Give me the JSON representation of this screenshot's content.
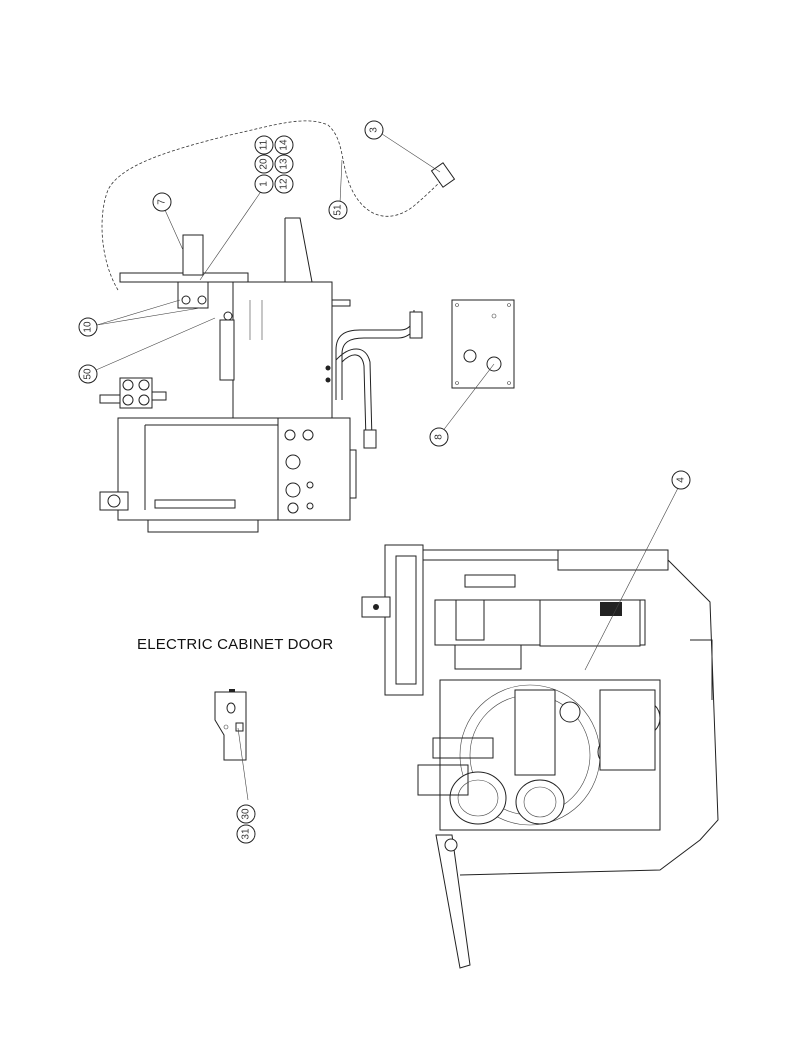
{
  "caption": "ELECTRIC CABINET DOOR",
  "balloons": [
    {
      "id": "b3",
      "text": "3"
    },
    {
      "id": "b51",
      "text": "51"
    },
    {
      "id": "b1",
      "text": "1"
    },
    {
      "id": "b20",
      "text": "20"
    },
    {
      "id": "b11",
      "text": "11"
    },
    {
      "id": "b12",
      "text": "12"
    },
    {
      "id": "b13",
      "text": "13"
    },
    {
      "id": "b14",
      "text": "14"
    },
    {
      "id": "b7",
      "text": "7"
    },
    {
      "id": "b10",
      "text": "10"
    },
    {
      "id": "b50",
      "text": "50"
    },
    {
      "id": "b8",
      "text": "8"
    },
    {
      "id": "b4",
      "text": "4"
    },
    {
      "id": "b31",
      "text": "31"
    },
    {
      "id": "b30",
      "text": "30"
    }
  ]
}
